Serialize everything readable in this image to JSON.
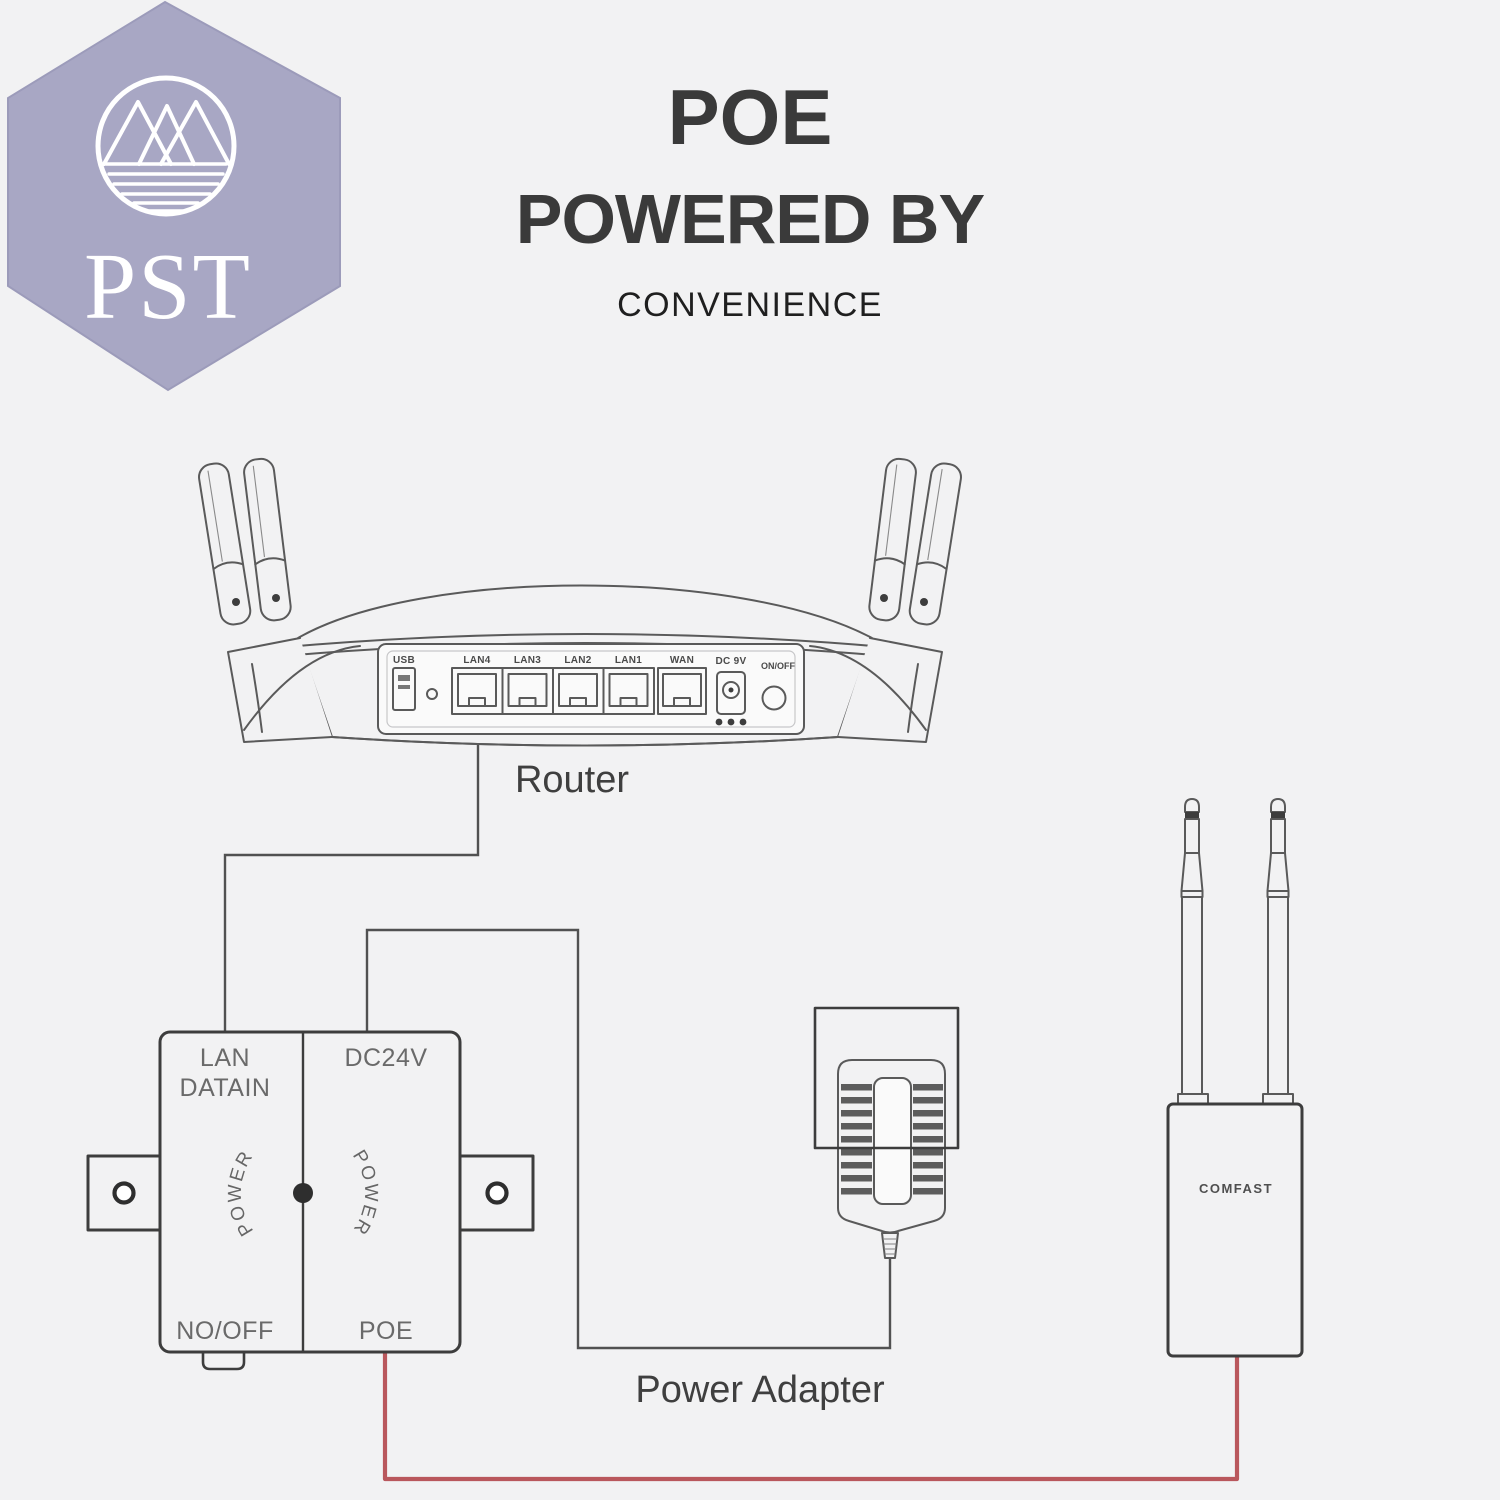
{
  "colors": {
    "background": "#f2f2f3",
    "panel": "#fafafa",
    "badge_fill": "#a8a7c4",
    "badge_edge": "#9c9bba",
    "logo_white": "#ffffff",
    "title_text": "#3a3a3a",
    "line_art": "#5a5a5a",
    "box_stroke": "#3d3d3d",
    "label_gray": "#6a6a6a",
    "wire_dark": "#515151",
    "wire_poe_red": "#b9575c"
  },
  "badge": {
    "brand": "PST"
  },
  "header": {
    "title_line1": "POE",
    "title_line2": "POWERED BY",
    "subtitle": "CONVENIENCE"
  },
  "router": {
    "label": "Router",
    "ports": {
      "usb": "USB",
      "lan4": "LAN4",
      "lan3": "LAN3",
      "lan2": "LAN2",
      "lan1": "LAN1",
      "wan": "WAN",
      "dc": "DC 9V",
      "onoff": "ON/OFF"
    }
  },
  "poe_injector": {
    "lan_line1": "LAN",
    "lan_line2": "DATAIN",
    "dc_in": "DC24V",
    "switch": "NO/OFF",
    "poe_out": "POE",
    "power_left": "POWER",
    "power_right": "POWER"
  },
  "power_adapter": {
    "label": "Power Adapter"
  },
  "access_point": {
    "brand": "COMFAST"
  }
}
